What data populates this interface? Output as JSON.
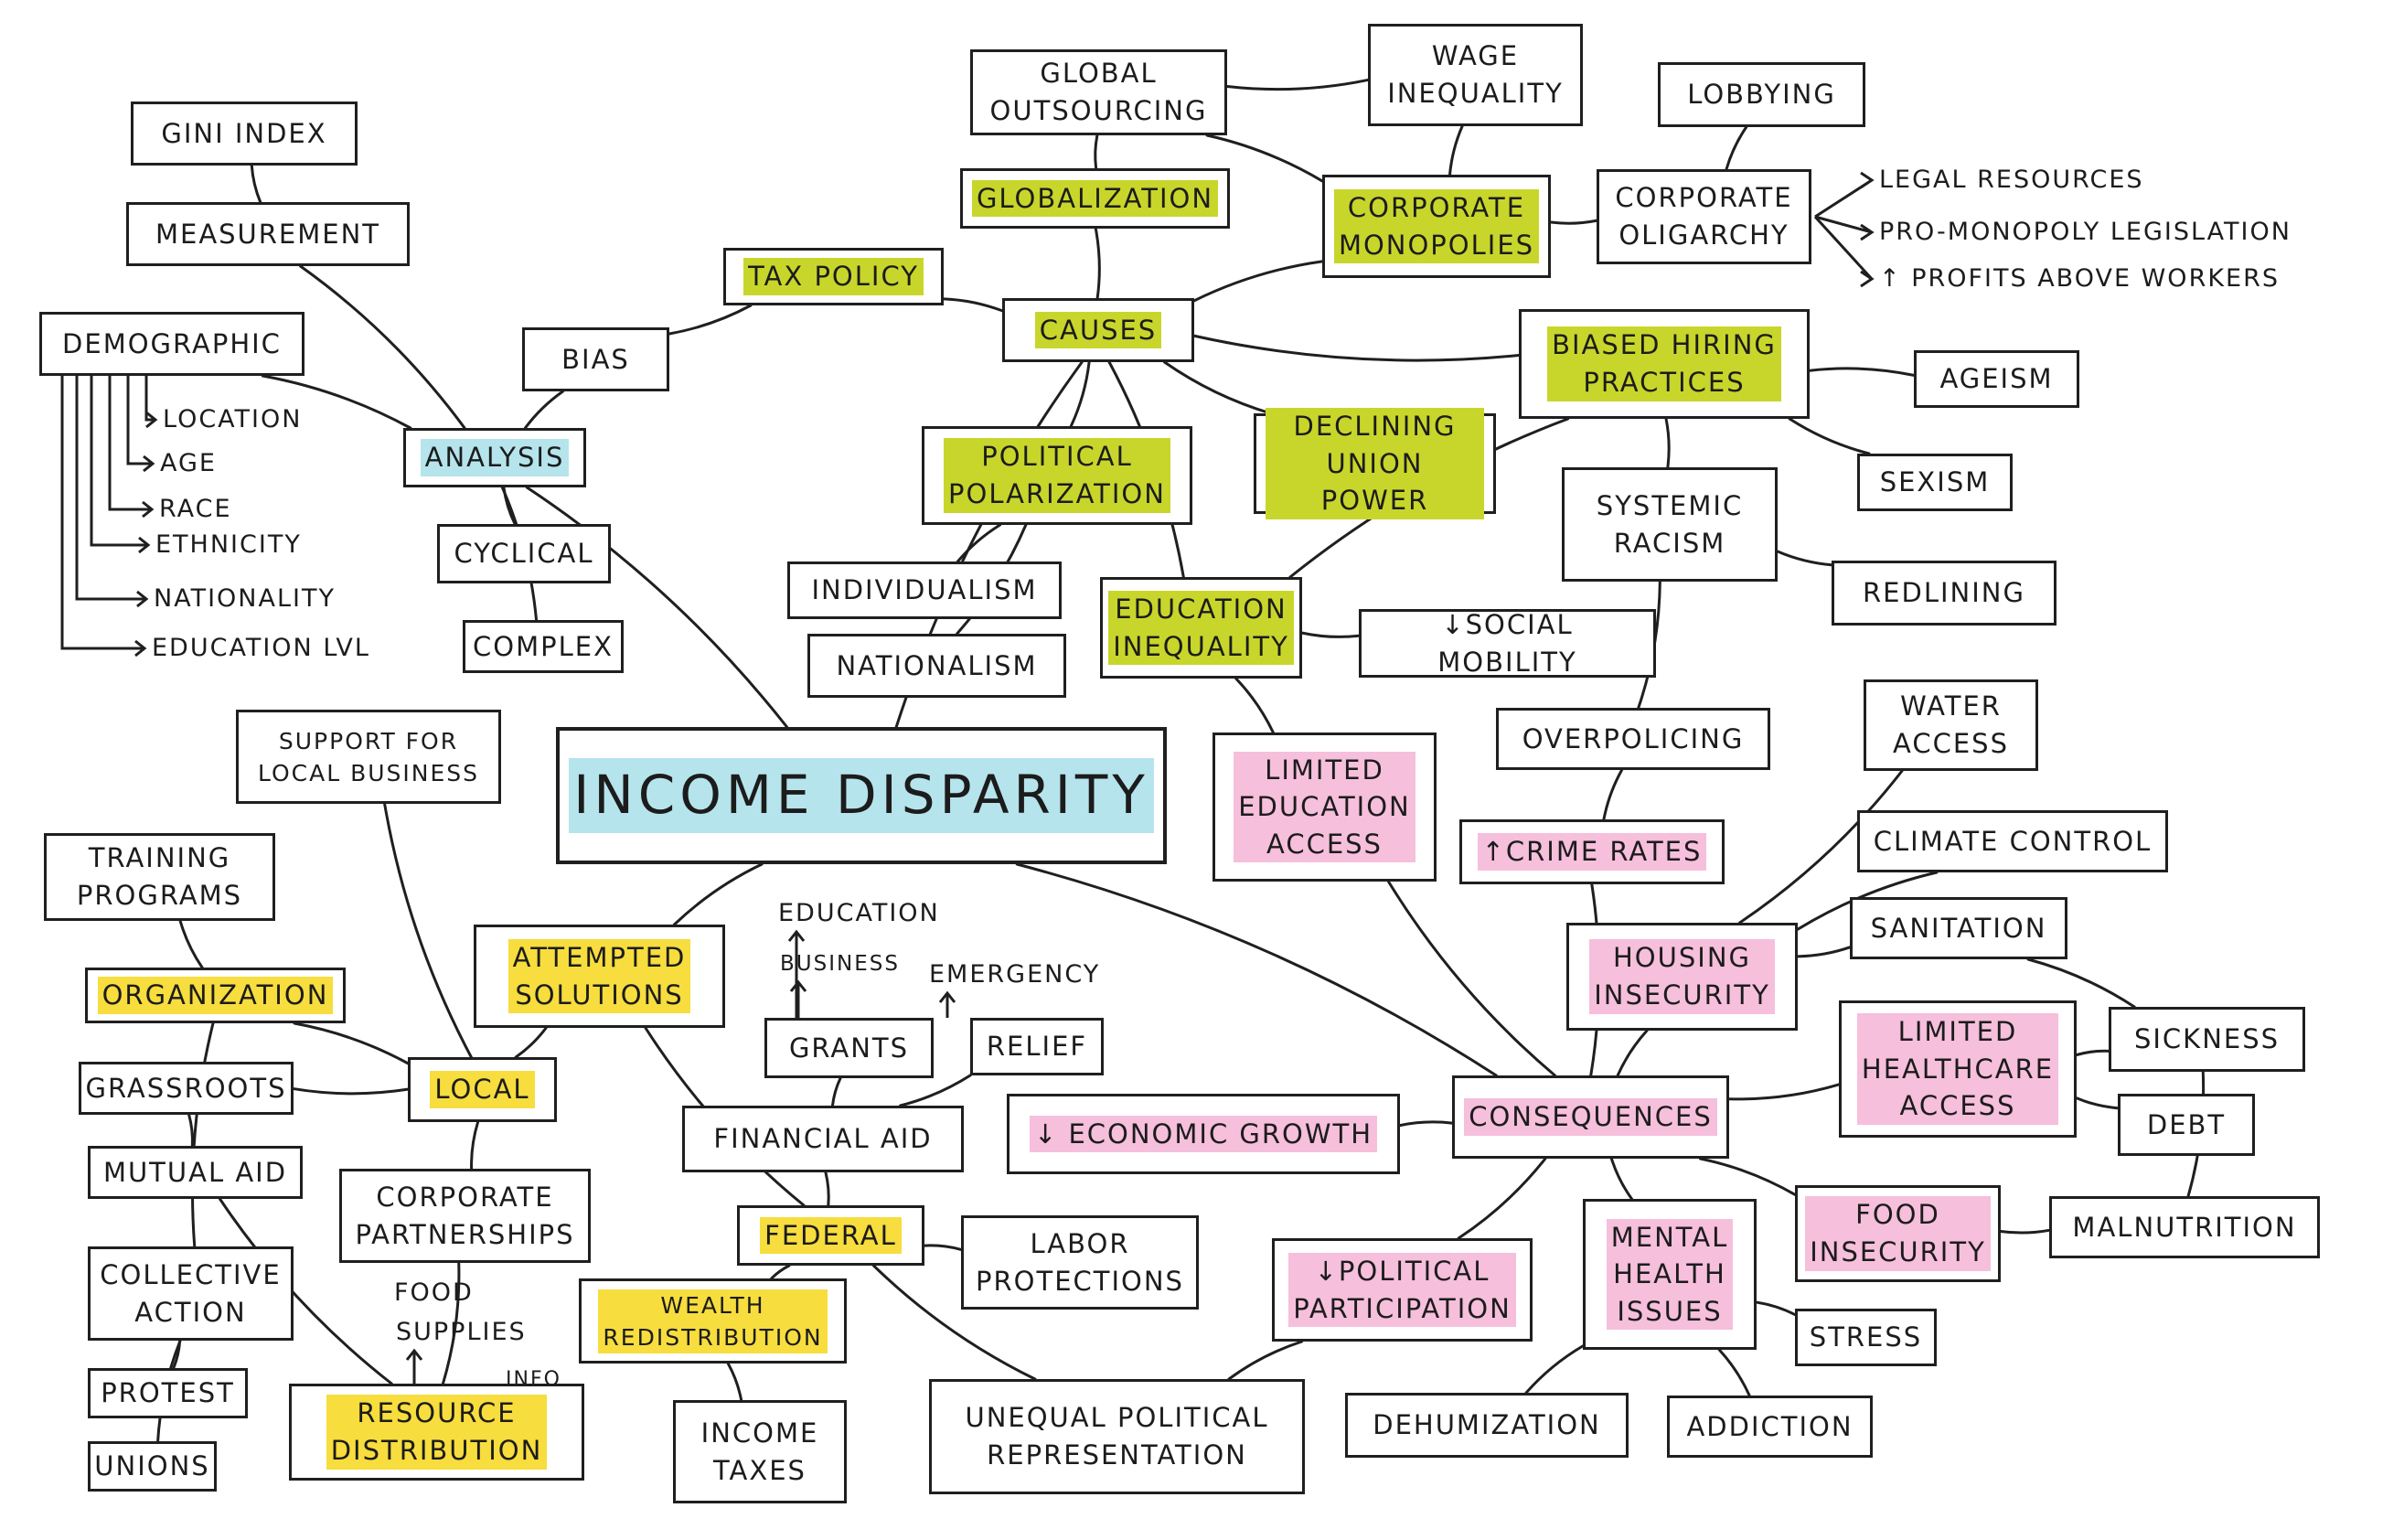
{
  "colors": {
    "line": "#1f1f1f",
    "green": "#c8d62b",
    "yellow": "#f7dd3e",
    "pink": "#f6bfdc",
    "cyan": "#b6e4ec"
  },
  "nodes": {
    "gini-index": {
      "label": "GINI INDEX"
    },
    "measurement": {
      "label": "MEASUREMENT"
    },
    "demographic": {
      "label": "DEMOGRAPHIC"
    },
    "location": {
      "label": "LOCATION"
    },
    "age": {
      "label": "AGE"
    },
    "race": {
      "label": "RACE"
    },
    "ethnicity": {
      "label": "ETHNICITY"
    },
    "nationality": {
      "label": "NATIONALITY"
    },
    "education-lvl": {
      "label": "EDUCATION LVL"
    },
    "bias": {
      "label": "BIAS"
    },
    "analysis": {
      "label": "ANALYSIS"
    },
    "cyclical": {
      "label": "CYCLICAL"
    },
    "complex": {
      "label": "COMPLEX"
    },
    "tax-policy": {
      "label": "TAX POLICY"
    },
    "global-outsourcing": {
      "label": "GLOBAL\nOUTSOURCING"
    },
    "globalization": {
      "label": "GLOBALIZATION"
    },
    "wage-inequality": {
      "label": "WAGE\nINEQUALITY"
    },
    "corporate-monopolies": {
      "label": "CORPORATE\nMONOPOLIES"
    },
    "lobbying": {
      "label": "LOBBYING"
    },
    "corporate-oligarchy": {
      "label": "CORPORATE\nOLIGARCHY"
    },
    "legal-resources": {
      "label": "LEGAL RESOURCES"
    },
    "pro-monopoly-legislation": {
      "label": "PRO-MONOPOLY LEGISLATION"
    },
    "profits-above-workers": {
      "label": "↑ PROFITS ABOVE WORKERS"
    },
    "causes": {
      "label": "CAUSES"
    },
    "biased-hiring-practices": {
      "label": "BIASED HIRING\nPRACTICES"
    },
    "ageism": {
      "label": "AGEISM"
    },
    "sexism": {
      "label": "SEXISM"
    },
    "political-polarization": {
      "label": "POLITICAL\nPOLARIZATION"
    },
    "declining-union-power": {
      "label": "DECLINING\nUNION POWER"
    },
    "systemic-racism": {
      "label": "SYSTEMIC\nRACISM"
    },
    "redlining": {
      "label": "REDLINING"
    },
    "individualism": {
      "label": "INDIVIDUALISM"
    },
    "nationalism": {
      "label": "NATIONALISM"
    },
    "education-inequality": {
      "label": "EDUCATION\nINEQUALITY"
    },
    "social-mobility": {
      "label": "↓SOCIAL MOBILITY"
    },
    "income-disparity": {
      "label": "INCOME DISPARITY"
    },
    "support-local-business": {
      "label": "SUPPORT FOR\nLOCAL BUSINESS"
    },
    "limited-education-access": {
      "label": "LIMITED\nEDUCATION\nACCESS"
    },
    "overpolicing": {
      "label": "OVERPOLICING"
    },
    "water-access": {
      "label": "WATER\nACCESS"
    },
    "crime-rates": {
      "label": "↑CRIME RATES"
    },
    "climate-control": {
      "label": "CLIMATE CONTROL"
    },
    "training-programs": {
      "label": "TRAINING\nPROGRAMS"
    },
    "organization": {
      "label": "ORGANIZATION"
    },
    "attempted-solutions": {
      "label": "ATTEMPTED\nSOLUTIONS"
    },
    "education-grant": {
      "label": "EDUCATION"
    },
    "business-grant": {
      "label": "BUSINESS"
    },
    "emergency": {
      "label": "EMERGENCY"
    },
    "housing-insecurity": {
      "label": "HOUSING\nINSECURITY"
    },
    "sanitation": {
      "label": "SANITATION"
    },
    "grants": {
      "label": "GRANTS"
    },
    "relief": {
      "label": "RELIEF"
    },
    "limited-healthcare-access": {
      "label": "LIMITED\nHEALTHCARE\nACCESS"
    },
    "sickness": {
      "label": "SICKNESS"
    },
    "grassroots": {
      "label": "GRASSROOTS"
    },
    "local": {
      "label": "LOCAL"
    },
    "financial-aid": {
      "label": "FINANCIAL AID"
    },
    "economic-growth": {
      "label": "↓ ECONOMIC GROWTH"
    },
    "consequences": {
      "label": "CONSEQUENCES"
    },
    "debt": {
      "label": "DEBT"
    },
    "mutual-aid": {
      "label": "MUTUAL AID"
    },
    "corporate-partnerships": {
      "label": "CORPORATE\nPARTNERSHIPS"
    },
    "federal": {
      "label": "FEDERAL"
    },
    "labor-protections": {
      "label": "LABOR\nPROTECTIONS"
    },
    "food-insecurity": {
      "label": "FOOD\nINSECURITY"
    },
    "malnutrition": {
      "label": "MALNUTRITION"
    },
    "collective-action": {
      "label": "COLLECTIVE\nACTION"
    },
    "food": {
      "label": "FOOD"
    },
    "supplies": {
      "label": "SUPPLIES"
    },
    "political-participation": {
      "label": "↓POLITICAL\nPARTICIPATION"
    },
    "mental-health-issues": {
      "label": "MENTAL\nHEALTH\nISSUES"
    },
    "wealth-redistribution": {
      "label": "WEALTH\nREDISTRIBUTION"
    },
    "stress": {
      "label": "STRESS"
    },
    "protest": {
      "label": "PROTEST"
    },
    "info": {
      "label": "INFO"
    },
    "resource-distribution": {
      "label": "RESOURCE\nDISTRIBUTION"
    },
    "unequal-political-representation": {
      "label": "UNEQUAL POLITICAL\nREPRESENTATION"
    },
    "dehumization": {
      "label": "DEHUMIZATION"
    },
    "addiction": {
      "label": "ADDICTION"
    },
    "unions": {
      "label": "UNIONS"
    },
    "income-taxes": {
      "label": "INCOME\nTAXES"
    }
  },
  "edges": [
    [
      "income-disparity",
      "analysis"
    ],
    [
      "income-disparity",
      "causes"
    ],
    [
      "income-disparity",
      "attempted-solutions"
    ],
    [
      "income-disparity",
      "consequences"
    ],
    [
      "analysis",
      "measurement"
    ],
    [
      "measurement",
      "gini-index"
    ],
    [
      "analysis",
      "demographic"
    ],
    [
      "analysis",
      "bias"
    ],
    [
      "analysis",
      "cyclical"
    ],
    [
      "analysis",
      "complex"
    ],
    [
      "causes",
      "tax-policy"
    ],
    [
      "tax-policy",
      "bias"
    ],
    [
      "causes",
      "globalization"
    ],
    [
      "globalization",
      "global-outsourcing"
    ],
    [
      "global-outsourcing",
      "wage-inequality"
    ],
    [
      "global-outsourcing",
      "corporate-monopolies"
    ],
    [
      "wage-inequality",
      "corporate-monopolies"
    ],
    [
      "causes",
      "corporate-monopolies"
    ],
    [
      "corporate-monopolies",
      "corporate-oligarchy"
    ],
    [
      "corporate-oligarchy",
      "lobbying"
    ],
    [
      "causes",
      "biased-hiring-practices"
    ],
    [
      "biased-hiring-practices",
      "ageism"
    ],
    [
      "biased-hiring-practices",
      "sexism"
    ],
    [
      "biased-hiring-practices",
      "systemic-racism"
    ],
    [
      "biased-hiring-practices",
      "education-inequality"
    ],
    [
      "causes",
      "political-polarization"
    ],
    [
      "political-polarization",
      "individualism"
    ],
    [
      "political-polarization",
      "nationalism"
    ],
    [
      "causes",
      "declining-union-power"
    ],
    [
      "causes",
      "education-inequality"
    ],
    [
      "systemic-racism",
      "redlining"
    ],
    [
      "systemic-racism",
      "overpolicing"
    ],
    [
      "education-inequality",
      "social-mobility"
    ],
    [
      "education-inequality",
      "limited-education-access"
    ],
    [
      "overpolicing",
      "crime-rates"
    ],
    [
      "consequences",
      "limited-education-access"
    ],
    [
      "consequences",
      "crime-rates"
    ],
    [
      "consequences",
      "housing-insecurity"
    ],
    [
      "housing-insecurity",
      "water-access"
    ],
    [
      "housing-insecurity",
      "climate-control"
    ],
    [
      "housing-insecurity",
      "sanitation"
    ],
    [
      "sanitation",
      "sickness"
    ],
    [
      "consequences",
      "limited-healthcare-access"
    ],
    [
      "limited-healthcare-access",
      "sickness"
    ],
    [
      "limited-healthcare-access",
      "debt"
    ],
    [
      "sickness",
      "malnutrition"
    ],
    [
      "consequences",
      "economic-growth"
    ],
    [
      "consequences",
      "food-insecurity"
    ],
    [
      "food-insecurity",
      "malnutrition"
    ],
    [
      "consequences",
      "political-participation"
    ],
    [
      "consequences",
      "mental-health-issues"
    ],
    [
      "mental-health-issues",
      "stress"
    ],
    [
      "mental-health-issues",
      "dehumization"
    ],
    [
      "mental-health-issues",
      "addiction"
    ],
    [
      "political-participation",
      "unequal-political-representation"
    ],
    [
      "attempted-solutions",
      "local"
    ],
    [
      "attempted-solutions",
      "federal"
    ],
    [
      "local",
      "support-local-business"
    ],
    [
      "local",
      "organization"
    ],
    [
      "local",
      "grassroots"
    ],
    [
      "local",
      "corporate-partnerships"
    ],
    [
      "organization",
      "training-programs"
    ],
    [
      "organization",
      "collective-action"
    ],
    [
      "grassroots",
      "mutual-aid"
    ],
    [
      "mutual-aid",
      "resource-distribution"
    ],
    [
      "collective-action",
      "protest"
    ],
    [
      "collective-action",
      "unions"
    ],
    [
      "corporate-partnerships",
      "resource-distribution"
    ],
    [
      "federal",
      "financial-aid"
    ],
    [
      "financial-aid",
      "grants"
    ],
    [
      "financial-aid",
      "relief"
    ],
    [
      "federal",
      "labor-protections"
    ],
    [
      "federal",
      "wealth-redistribution"
    ],
    [
      "wealth-redistribution",
      "income-taxes"
    ],
    [
      "federal",
      "unequal-political-representation"
    ]
  ]
}
